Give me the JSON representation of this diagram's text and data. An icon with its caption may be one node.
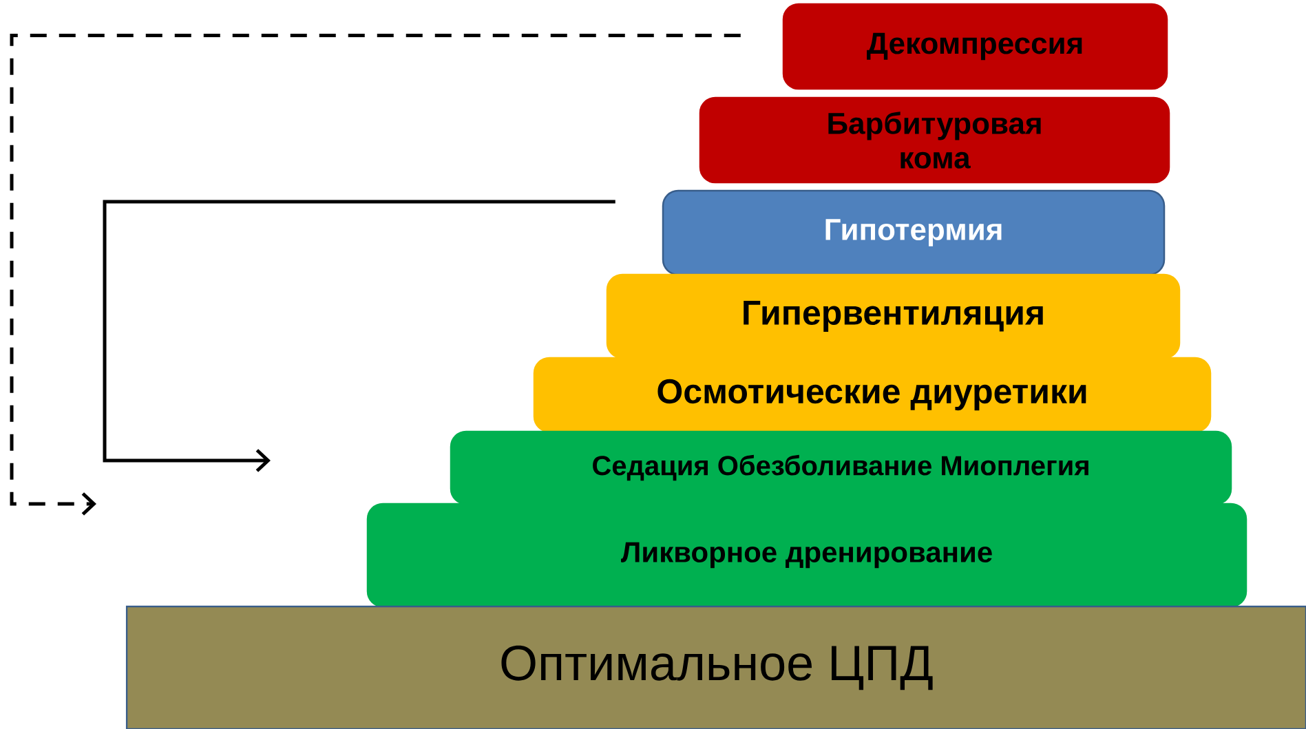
{
  "diagram": {
    "nodes": [
      {
        "text": [
          "Декомпрессия"
        ]
      },
      {
        "text": [
          "Барбитуровая кома"
        ]
      },
      {
        "text": [
          "Гипотермия"
        ]
      },
      {
        "text": [
          "Гипервентиляция"
        ]
      },
      {
        "text": [
          "Осмотические диуретики"
        ]
      },
      {
        "text": [
          "Седация Обезболивание Миоплегия"
        ]
      },
      {
        "text": [
          "Ликворное дренирование"
        ]
      },
      {
        "text": [
          "Оптимальное ЦПД"
        ]
      }
    ],
    "edges": [
      {
        "from": 0,
        "to": null,
        "arrow": "to",
        "style": "dashed"
      },
      {
        "from": 2,
        "to": null,
        "arrow": "to"
      }
    ]
  }
}
